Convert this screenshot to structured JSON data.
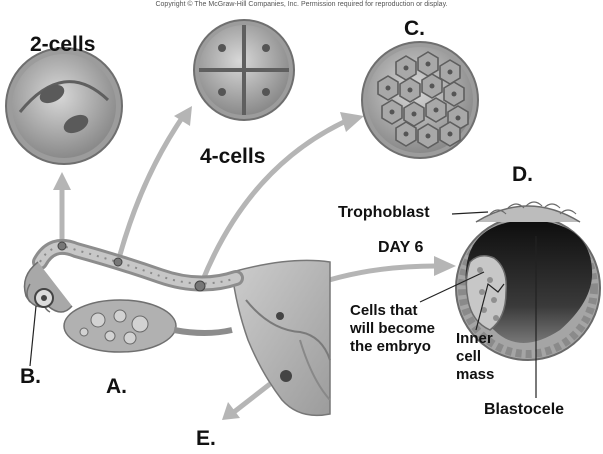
{
  "copyright": "Copyright © The McGraw-Hill Companies, Inc. Permission required for reproduction or display.",
  "labels": {
    "two_cells": "2-cells",
    "four_cells": "4-cells",
    "c": "C.",
    "d": "D.",
    "trophoblast": "Trophoblast",
    "day6": "DAY 6",
    "cells_embryo": "Cells that will become the embryo",
    "inner_cell_mass": "Inner cell mass",
    "blastocele": "Blastocele",
    "a": "A.",
    "b": "B.",
    "e": "E."
  }
}
